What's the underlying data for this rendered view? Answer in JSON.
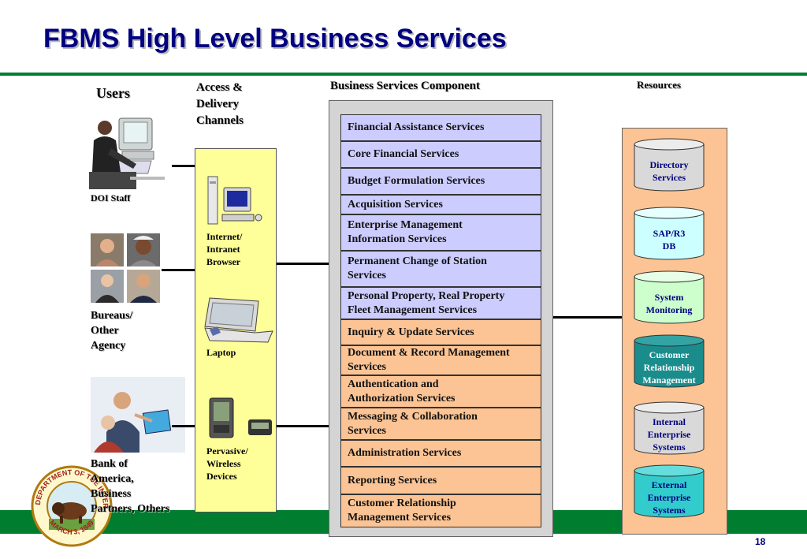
{
  "title": "FBMS High Level Business Services",
  "page_number": "18",
  "headings": {
    "users": "Users",
    "access_line1": "Access &",
    "access_line2": "Delivery",
    "access_line3": "Channels",
    "business_services": "Business Services Component",
    "resources": "Resources"
  },
  "users": {
    "doi_staff": "DOI Staff",
    "bureaus_line1": "Bureaus/",
    "bureaus_line2": "Other",
    "bureaus_line3": "Agency",
    "bank_line1": "Bank of",
    "bank_line2": "America,",
    "bank_line3": "Business",
    "bank_line4": "Partners, Others"
  },
  "channels": {
    "internet_line1": "Internet/",
    "internet_line2": "Intranet",
    "internet_line3": "Browser",
    "laptop": "Laptop",
    "wireless_line1": "Pervasive/",
    "wireless_line2": "Wireless",
    "wireless_line3": "Devices"
  },
  "services": [
    {
      "line1": "Financial Assistance  Services",
      "line2": "",
      "group": "blue"
    },
    {
      "line1": "Core Financial Services",
      "line2": "",
      "group": "blue"
    },
    {
      "line1": "Budget Formulation Services",
      "line2": "",
      "group": "blue"
    },
    {
      "line1": "Acquisition Services",
      "line2": "",
      "group": "blue"
    },
    {
      "line1": "Enterprise Management",
      "line2": "Information Services",
      "group": "blue"
    },
    {
      "line1": "Permanent Change of Station",
      "line2": "Services",
      "group": "blue"
    },
    {
      "line1": "Personal Property, Real Property",
      "line2": "Fleet Management Services",
      "group": "blue"
    },
    {
      "line1": "Inquiry & Update Services",
      "line2": "",
      "group": "orange"
    },
    {
      "line1": "Document & Record Management",
      "line2": "Services",
      "group": "orange"
    },
    {
      "line1": "Authentication and",
      "line2": "Authorization Services",
      "group": "orange"
    },
    {
      "line1": "Messaging & Collaboration",
      "line2": "Services",
      "group": "orange"
    },
    {
      "line1": "Administration Services",
      "line2": "",
      "group": "orange"
    },
    {
      "line1": "Reporting Services",
      "line2": "",
      "group": "orange"
    },
    {
      "line1": "Customer Relationship",
      "line2": "Management  Services",
      "group": "orange"
    }
  ],
  "resources": [
    {
      "line1": "Directory",
      "line2": "Services",
      "line3": "",
      "fill": "#d9d9d9",
      "top": "#ececec",
      "text": "#000080"
    },
    {
      "line1": "SAP/R3",
      "line2": "DB",
      "line3": "",
      "fill": "#ccffff",
      "top": "#e6ffff",
      "text": "#000080"
    },
    {
      "line1": "System",
      "line2": "Monitoring",
      "line3": "",
      "fill": "#ccffcc",
      "top": "#e6ffe6",
      "text": "#000080"
    },
    {
      "line1": "Customer",
      "line2": "Relationship",
      "line3": "Management",
      "fill": "#1a8c8c",
      "top": "#33a3a3",
      "text": "#ffffff"
    },
    {
      "line1": "Internal",
      "line2": "Enterprise",
      "line3": "Systems",
      "fill": "#d9d9d9",
      "top": "#ececec",
      "text": "#000080"
    },
    {
      "line1": "External",
      "line2": "Enterprise",
      "line3": "Systems",
      "fill": "#33cccc",
      "top": "#66dddd",
      "text": "#000080"
    }
  ],
  "seal": {
    "text_top": "U.S. DEPARTMENT OF THE INTERIOR",
    "text_bottom": "MARCH 3, 1849"
  },
  "colors": {
    "title": "#000080",
    "accent_green": "#007d2e",
    "channels_panel": "#ffff99",
    "services_blue": "#ccccff",
    "services_orange": "#fcc494"
  },
  "icons": [
    "desktop-user-icon",
    "people-photo-icon",
    "presentation-photo-icon",
    "desktop-computer-icon",
    "laptop-icon",
    "pda-icon",
    "pager-icon",
    "interior-seal-icon"
  ]
}
